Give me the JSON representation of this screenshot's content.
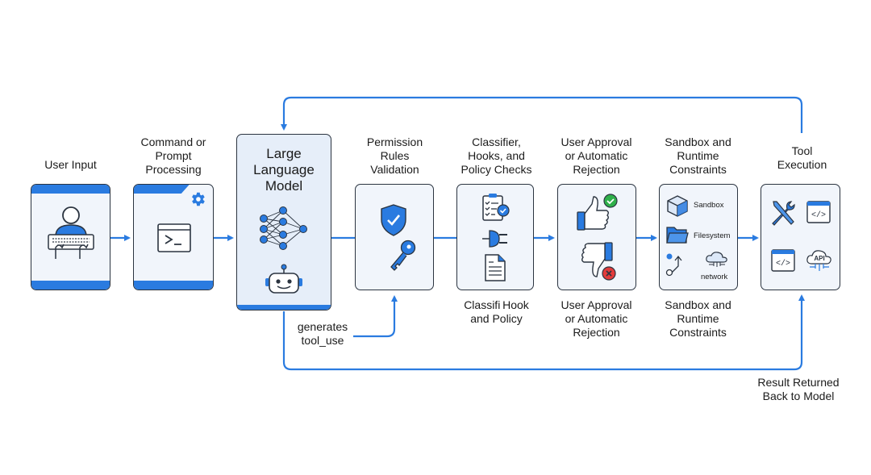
{
  "diagram": {
    "accent_color": "#2a7be0",
    "border_color": "#2b3440",
    "steps": [
      {
        "id": "user-input",
        "label": "User Input",
        "icons": [
          "user-typing-keyboard-icon"
        ]
      },
      {
        "id": "command-processing",
        "label": "Command or\nPrompt\nProcessing",
        "icons": [
          "terminal-window-icon",
          "gear-icon"
        ]
      },
      {
        "id": "llm",
        "label": "Large\nLanguage\nModel",
        "icons": [
          "neural-network-icon",
          "robot-icon"
        ]
      },
      {
        "id": "permission-rules",
        "label": "Permission\nRules\nValidation",
        "icons": [
          "shield-check-icon",
          "key-icon"
        ]
      },
      {
        "id": "classifier-hooks",
        "label": "Classifier,\nHooks, and\nPolicy Checks",
        "caption_below": "Classifi⁠ Hook\nand Policy",
        "icons": [
          "checklist-icon",
          "plug-icon",
          "document-icon"
        ]
      },
      {
        "id": "user-approval",
        "label": "User Approval\nor Automatic\nRejection",
        "caption_below": "User Approval\nor Automatic\nRejection",
        "icons": [
          "thumbs-up-approve-icon",
          "thumbs-down-reject-icon"
        ]
      },
      {
        "id": "sandbox",
        "label": "Sandbox and\nRuntime\nConstraints",
        "caption_below": "Sandbox and\nRuntime\nConstraints",
        "items": [
          "Sandbox",
          "Filesystem",
          "network"
        ],
        "icons": [
          "box-icon",
          "folder-icon",
          "git-branch-icon",
          "cloud-network-icon"
        ]
      },
      {
        "id": "tool-execution",
        "label": "Tool\nExecution",
        "icons": [
          "tools-icon",
          "code-window-icon",
          "code-window-icon",
          "api-cloud-icon"
        ],
        "api_text": "API"
      }
    ],
    "edge_labels": {
      "generates": "generates\ntool_use",
      "result": "Result Returned\nBack to Model"
    }
  }
}
